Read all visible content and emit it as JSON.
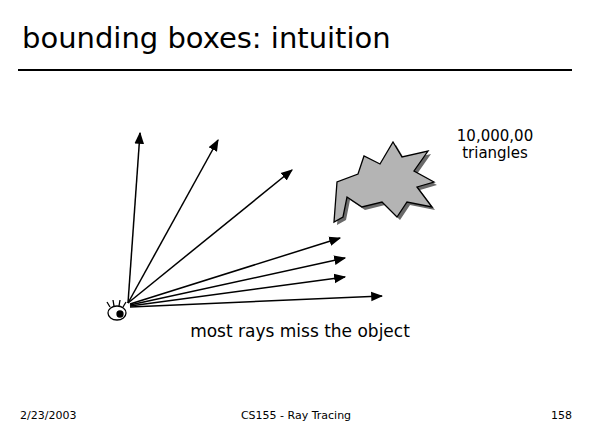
{
  "diagram": {
    "title": "bounding boxes: intuition",
    "caption": "most rays miss the object",
    "labels": [
      "10,000,00 triangles",
      "2/23/2003",
      "CS155 - Ray Tracing",
      "158"
    ]
  }
}
